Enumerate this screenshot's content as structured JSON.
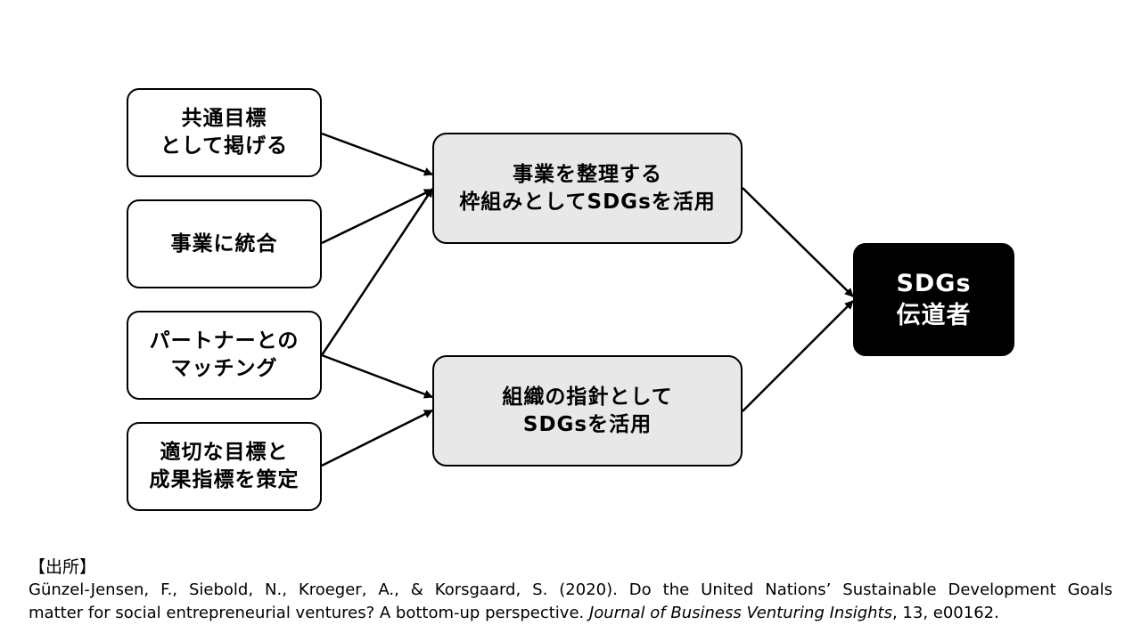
{
  "diagram": {
    "inputs": [
      {
        "lines": [
          "共通目標",
          "として掲げる"
        ]
      },
      {
        "lines": [
          "事業に統合"
        ]
      },
      {
        "lines": [
          "パートナーとの",
          "マッチング"
        ]
      },
      {
        "lines": [
          "適切な目標と",
          "成果指標を策定"
        ]
      }
    ],
    "middle": [
      {
        "lines": [
          "事業を整理する",
          "枠組みとしてSDGsを活用"
        ]
      },
      {
        "lines": [
          "組織の指針として",
          "SDGsを活用"
        ]
      }
    ],
    "output": {
      "lines": [
        "SDGs",
        "伝道者"
      ]
    }
  },
  "citation": {
    "heading": "【出所】",
    "ref_part1": "Günzel-Jensen, F., Siebold, N., Kroeger, A., & Korsgaard, S. (2020). Do the United Nations’ Sustainable Development Goals",
    "ref_part2": "matter for social entrepreneurial ventures? A bottom-up perspective. ",
    "journal": "Journal of Business Venturing Insights",
    "ref_part3": ", 13, e00162."
  }
}
